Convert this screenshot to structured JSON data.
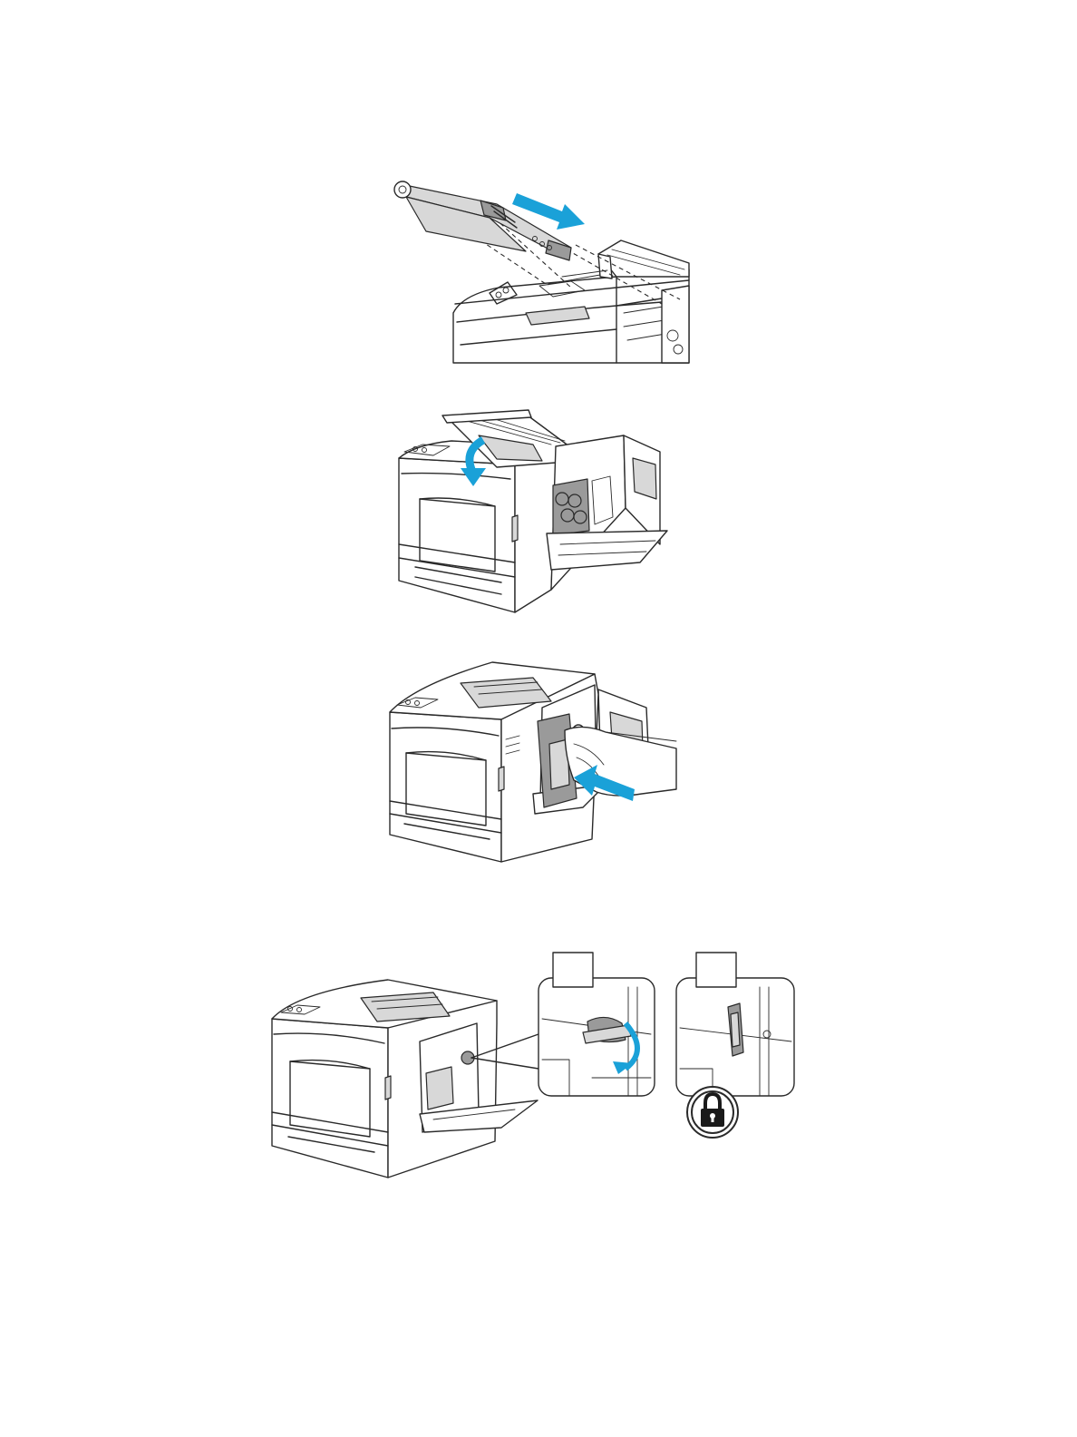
{
  "page": {
    "background": "#ffffff"
  },
  "colors": {
    "arrow": "#1aa1d8",
    "line": "#2a2a2a",
    "part_fill": "#d8d8d8"
  },
  "figures": [
    {
      "id": "step-insert-transfer-roller",
      "icons": [
        "arrow-icon"
      ]
    },
    {
      "id": "step-close-top-cover",
      "icons": [
        "curved-arrow-icon"
      ]
    },
    {
      "id": "step-insert-waste-toner-cartridge",
      "icons": [
        "arrow-icon"
      ]
    },
    {
      "id": "step-rotate-lock-lever",
      "icons": [
        "curved-arrow-icon",
        "lock-icon"
      ]
    }
  ]
}
